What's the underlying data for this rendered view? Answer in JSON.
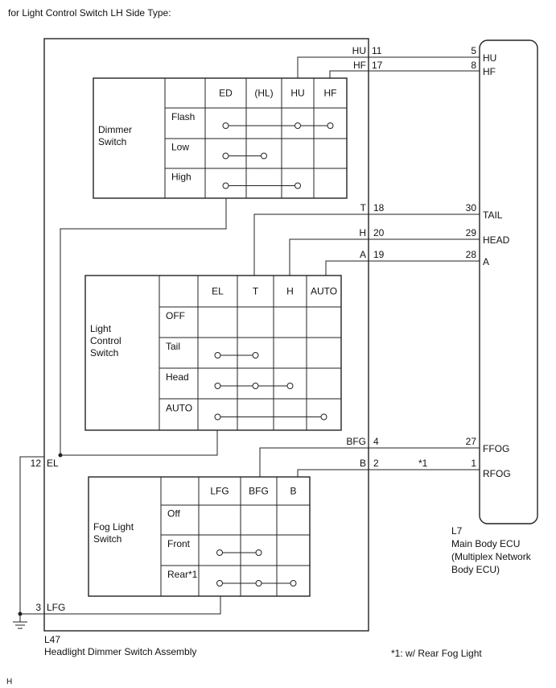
{
  "heading": "for Light Control Switch LH Side Type:",
  "assembly": {
    "code": "L47",
    "name": "Headlight Dimmer Switch Assembly"
  },
  "ecu": {
    "code": "L7",
    "name_lines": [
      "Main Body ECU",
      "(Multiplex Network",
      "Body ECU)"
    ]
  },
  "footnote": "*1: w/ Rear Fog Light",
  "corner_mark": "H",
  "dimmer": {
    "title_lines": [
      "Dimmer",
      "Switch"
    ],
    "columns": [
      "ED",
      "(HL)",
      "HU",
      "HF"
    ],
    "rows": [
      "Flash",
      "Low",
      "High"
    ]
  },
  "light": {
    "title_lines": [
      "Light",
      "Control",
      "Switch"
    ],
    "columns": [
      "EL",
      "T",
      "H",
      "AUTO"
    ],
    "rows": [
      "OFF",
      "Tail",
      "Head",
      "AUTO"
    ]
  },
  "fog": {
    "title_lines": [
      "Fog Light",
      "Switch"
    ],
    "columns": [
      "LFG",
      "BFG",
      "B"
    ],
    "rows": [
      "Off",
      "Front",
      "Rear*1"
    ]
  },
  "wires": [
    {
      "signal": "HU",
      "pin": "11",
      "ecu_pin": "5",
      "ecu_label": "HU"
    },
    {
      "signal": "HF",
      "pin": "17",
      "ecu_pin": "8",
      "ecu_label": "HF"
    },
    {
      "signal": "T",
      "pin": "18",
      "ecu_pin": "30",
      "ecu_label": "TAIL"
    },
    {
      "signal": "H",
      "pin": "20",
      "ecu_pin": "29",
      "ecu_label": "HEAD"
    },
    {
      "signal": "A",
      "pin": "19",
      "ecu_pin": "28",
      "ecu_label": "A"
    },
    {
      "signal": "BFG",
      "pin": "4",
      "ecu_pin": "27",
      "ecu_label": "FFOG"
    },
    {
      "signal": "B",
      "pin": "2",
      "ecu_pin": "1",
      "ecu_label": "RFOG",
      "note": "*1"
    }
  ],
  "ground_pins": [
    {
      "pin": "12",
      "signal": "EL"
    },
    {
      "pin": "3",
      "signal": "LFG"
    }
  ]
}
